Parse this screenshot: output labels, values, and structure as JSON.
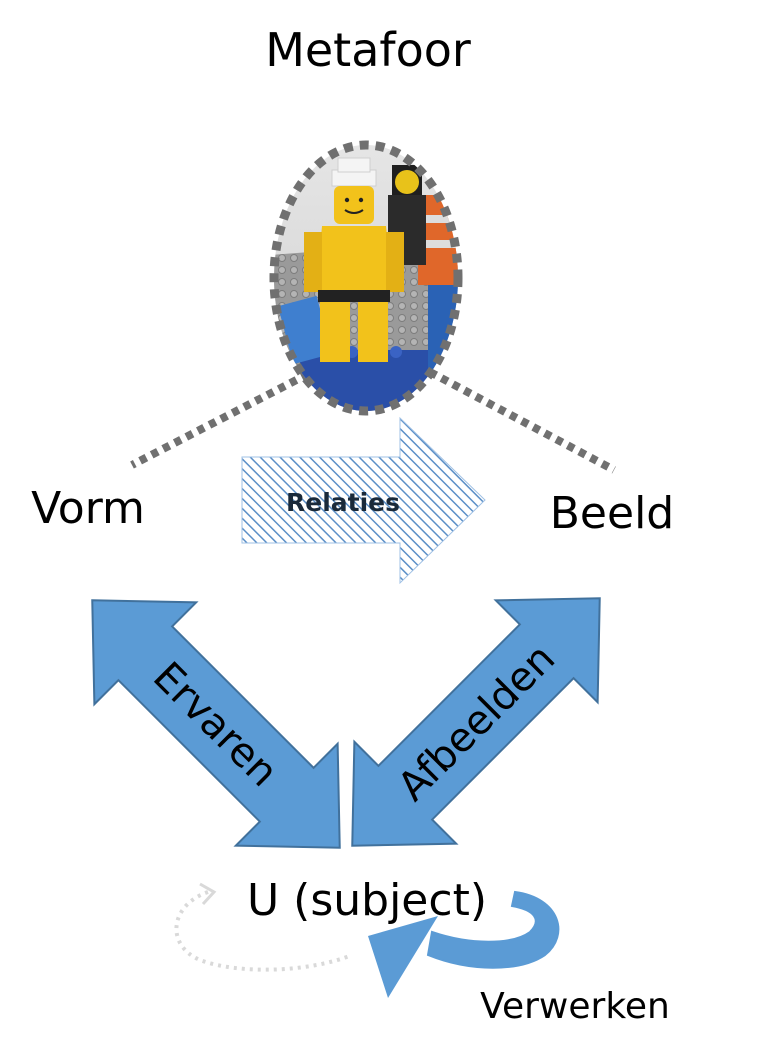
{
  "title": "Metafoor",
  "nodes": {
    "vorm": "Vorm",
    "beeld": "Beeld",
    "subject": "U (subject)"
  },
  "arrows": {
    "relaties": "Relaties",
    "ervaren": "Ervaren",
    "afbeelden": "Afbeelden",
    "verwerken": "Verwerken"
  },
  "image": {
    "icon": "lego-figures-photo"
  },
  "colors": {
    "arrow_fill": "#5B9BD5",
    "arrow_stroke": "#41719C",
    "dotted_line": "#707070",
    "hatch": "#5B8FC7",
    "faint_loop": "#D9D9D9",
    "text": "#000000"
  }
}
